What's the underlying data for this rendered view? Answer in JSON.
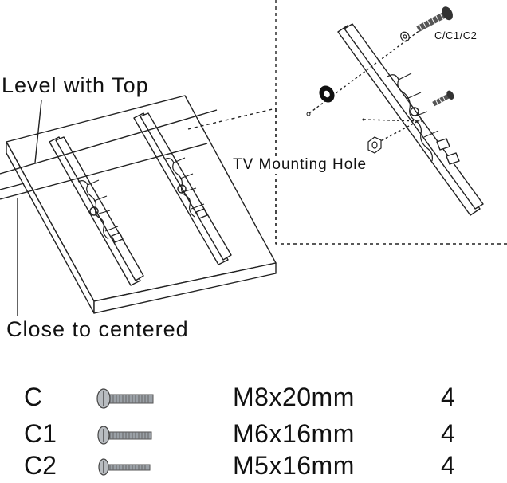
{
  "labels": {
    "level_with_top": "Level with Top",
    "tv_mounting_hole": "TV Mounting Hole",
    "close_to_centered": "Close to centered",
    "screw_callout": "C/C1/C2"
  },
  "hardware": [
    {
      "code": "C",
      "icon": "screw-icon",
      "size": "M8x20mm",
      "qty": "4"
    },
    {
      "code": "C1",
      "icon": "screw-icon",
      "size": "M6x16mm",
      "qty": "4"
    },
    {
      "code": "C2",
      "icon": "screw-icon",
      "size": "M5x16mm",
      "qty": "4"
    }
  ]
}
